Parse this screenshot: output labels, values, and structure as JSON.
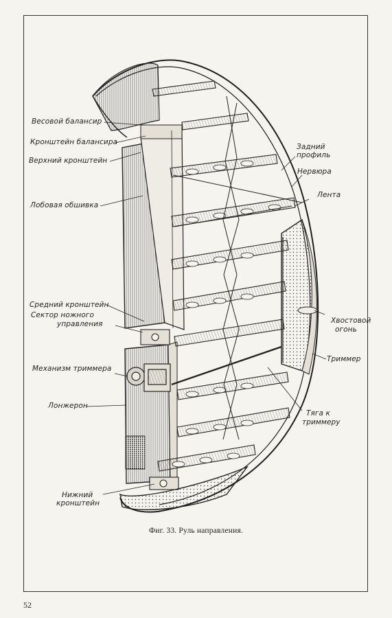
{
  "caption": "Фиг. 33. Руль направления.",
  "page_number": "52",
  "labels": {
    "weight_balance": "Весовой балансир",
    "balance_bracket": "Кронштейн балансира",
    "upper_bracket": "Верхний кронштейн",
    "leading_skin": "Лобовая обшивка",
    "rear_profile_1": "Задний",
    "rear_profile_2": "профиль",
    "rib": "Нервюра",
    "tape": "Лента",
    "middle_bracket": "Средний кронштейн",
    "foot_sector_1": "Сектор ножного",
    "foot_sector_2": "управления",
    "trim_mechanism": "Механизм триммера",
    "spar": "Лонжерон",
    "tail_light_1": "Хвостовой",
    "tail_light_2": "огонь",
    "trimmer": "Триммер",
    "trim_rod_1": "Тяга к",
    "trim_rod_2": "триммеру",
    "lower_bracket_1": "Нижний",
    "lower_bracket_2": "кронштейн"
  }
}
